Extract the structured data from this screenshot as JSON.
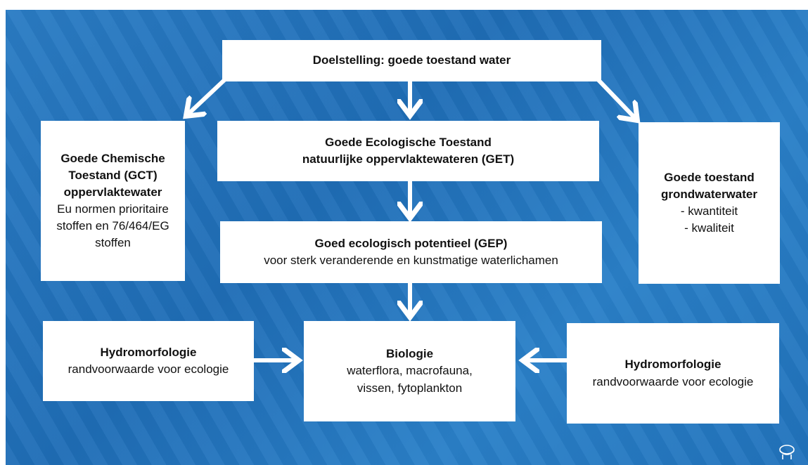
{
  "goal": {
    "title": "Doelstelling: goede toestand water"
  },
  "gct": {
    "title_line1": "Goede Chemische",
    "title_line2": "Toestand (GCT)",
    "title_line3": "oppervlaktewater",
    "text_line1": "Eu normen prioritaire",
    "text_line2": "stoffen en 76/464/EG",
    "text_line3": "stoffen"
  },
  "get": {
    "title_line1": "Goede Ecologische Toestand",
    "title_line2": "natuurlijke oppervlaktewateren (GET)"
  },
  "gep": {
    "title": "Goed ecologisch potentieel (GEP)",
    "text": "voor sterk veranderende en kunstmatige waterlichamen"
  },
  "groundwater": {
    "title_line1": "Goede toestand",
    "title_line2": "grondwaterwater",
    "item1": "- kwantiteit",
    "item2": "- kwaliteit"
  },
  "hydro_left": {
    "title": "Hydromorfologie",
    "text": "randvoorwaarde voor ecologie"
  },
  "biology": {
    "title": "Biologie",
    "text_line1": "waterflora, macrofauna,",
    "text_line2": "vissen, fytoplankton"
  },
  "hydro_right": {
    "title": "Hydromorfologie",
    "text": "randvoorwaarde voor ecologie"
  },
  "colors": {
    "background": "#2173bc",
    "box": "#ffffff",
    "arrow": "#ffffff"
  }
}
